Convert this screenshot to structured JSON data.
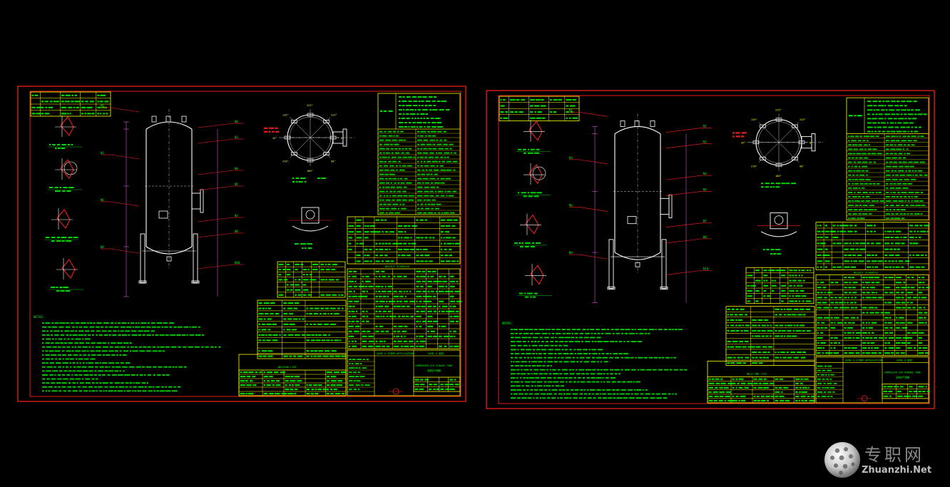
{
  "colors": {
    "background": "#000000",
    "frame": "#ff2020",
    "drawing": "#ffffff",
    "text": "#00ff00",
    "leader": "#ff2020",
    "dim": "#ff60ff",
    "table_line": "#ffff00",
    "green_line": "#00ff00"
  },
  "sheets": [
    {
      "notes_label": "NOTES:",
      "table_headers": {
        "code_a": "ASME U-STAMP APPLICATION",
        "code_b": "ASME U 钢印",
        "title": "COMPRESSED AIR STORAGE TANK",
        "title_cn": "压缩空气储罐",
        "weld_title": "WELDING LIST",
        "nozzle_title": "NOZZLE SCHEDULE",
        "shell_view_label": "SHELL WELDING SEAM NOZZLE ORIENTATION",
        "lug_label": "DETAIL \"C\" FOR LIFTING LUG"
      },
      "angles": [
        "0°",
        "90°",
        "180°",
        "270°",
        "45°",
        "135°",
        "225°",
        "315°"
      ],
      "leaders": [
        "M1",
        "N1",
        "N2",
        "N3",
        "N4",
        "N5",
        "N6",
        "N7",
        "N8",
        "N9",
        "N10"
      ]
    },
    {
      "notes_label": "NOTES:",
      "table_headers": {
        "code_a": "ASME U-STAMP APPLICATION",
        "code_b": "ASME U 钢印",
        "title": "COMPRESSED AIR STORAGE TANK",
        "title_cn": "压缩空气储罐",
        "weld_title": "WELD INK LIST",
        "nozzle_title": "NOZZLE SCHEDULE",
        "shell_view_label": "SHELL WELDING SEAM NOZZLE ORIENTATION",
        "lug_label": "DETAIL \"C\" FOR LIFTING LUG"
      },
      "angles": [
        "0°",
        "90°",
        "180°",
        "270°",
        "45°",
        "135°",
        "225°",
        "315°"
      ],
      "leaders": [
        "M1",
        "N1",
        "N2",
        "N3",
        "N4",
        "N5",
        "N6",
        "N7",
        "N8",
        "N9",
        "N10"
      ]
    }
  ],
  "watermark": {
    "cn": "专职网",
    "en": "Zhuanzhi.Net"
  }
}
